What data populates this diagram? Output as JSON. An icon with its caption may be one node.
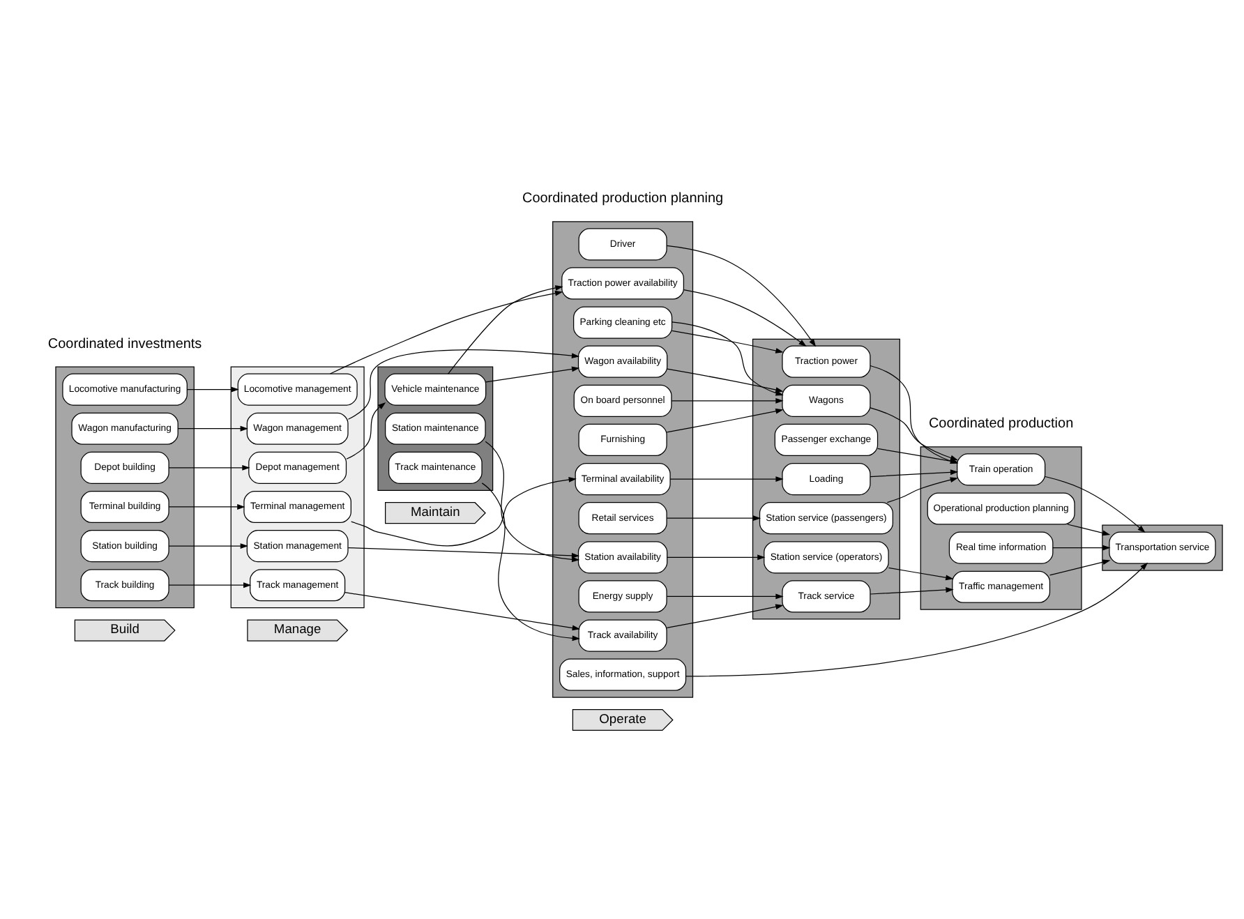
{
  "diagram": {
    "nodes": [
      {
        "text": [
          "Build"
        ]
      },
      {
        "text": [
          "Manage"
        ]
      },
      {
        "text": [
          "Maintain"
        ]
      },
      {
        "text": [
          "Operate"
        ]
      },
      {
        "text": [],
        "shape": "band"
      },
      {
        "text": [],
        "shape": "band"
      },
      {
        "text": [],
        "shape": "band"
      },
      {
        "text": [],
        "shape": "band"
      },
      {
        "text": [],
        "shape": "band"
      },
      {
        "text": [],
        "shape": "band"
      },
      {
        "text": [],
        "shape": "band"
      },
      {
        "text": [
          "Locomotive manufacturing"
        ],
        "in": 4
      },
      {
        "text": [
          "Wagon manufacturing"
        ],
        "in": 4
      },
      {
        "text": [
          "Depot building"
        ],
        "in": 4
      },
      {
        "text": [
          "Terminal building"
        ],
        "in": 4
      },
      {
        "text": [
          "Station building"
        ],
        "in": 4
      },
      {
        "text": [
          "Track building"
        ],
        "in": 4
      },
      {
        "text": [
          "Locomotive management"
        ],
        "in": 5
      },
      {
        "text": [
          "Wagon management"
        ],
        "in": 5
      },
      {
        "text": [
          "Depot management"
        ],
        "in": 5
      },
      {
        "text": [
          "Terminal management"
        ],
        "in": 5
      },
      {
        "text": [
          "Station management"
        ],
        "in": 5
      },
      {
        "text": [
          "Track management"
        ],
        "in": 5
      },
      {
        "text": [
          "Vehicle maintenance"
        ],
        "in": 6
      },
      {
        "text": [
          "Station maintenance"
        ],
        "in": 6
      },
      {
        "text": [
          "Track maintenance"
        ],
        "in": 6
      },
      {
        "text": [
          "Driver"
        ],
        "in": 7
      },
      {
        "text": [
          "Traction power availability"
        ],
        "in": 7
      },
      {
        "text": [
          "Parking cleaning etc"
        ],
        "in": 7
      },
      {
        "text": [
          "Wagon availability"
        ],
        "in": 7
      },
      {
        "text": [
          "On board personnel"
        ],
        "in": 7
      },
      {
        "text": [
          "Furnishing"
        ],
        "in": 7
      },
      {
        "text": [
          "Sales, information, support"
        ],
        "in": 7
      },
      {
        "text": [
          "Terminal availability"
        ],
        "in": 7
      },
      {
        "text": [
          "Retail services"
        ],
        "in": 7
      },
      {
        "text": [
          "Station availability"
        ],
        "in": 7
      },
      {
        "text": [
          "Energy supply"
        ],
        "in": 7
      },
      {
        "text": [
          "Track availability"
        ],
        "in": 7
      },
      {
        "text": [
          "Traction power"
        ],
        "in": 8
      },
      {
        "text": [
          "Wagons"
        ],
        "in": 8
      },
      {
        "text": [
          "Passenger exchange"
        ],
        "in": 8
      },
      {
        "text": [
          "Loading"
        ],
        "in": 8
      },
      {
        "text": [
          "Station service (passengers)"
        ],
        "in": 8
      },
      {
        "text": [
          "Station service (operators)"
        ],
        "in": 8
      },
      {
        "text": [
          "Track service"
        ],
        "in": 8
      },
      {
        "text": [
          "Train operation"
        ],
        "in": 9
      },
      {
        "text": [
          "Operational production planning"
        ],
        "in": 9
      },
      {
        "text": [
          "Real time information"
        ],
        "in": 9
      },
      {
        "text": [
          "Traffic management"
        ],
        "in": 9
      },
      {
        "text": [
          "Transportation service"
        ],
        "in": 10
      }
    ],
    "edges": [
      {
        "from": 11,
        "to": 17,
        "arrow": "to"
      },
      {
        "from": 12,
        "to": 18,
        "arrow": "to"
      },
      {
        "from": 13,
        "to": 19,
        "arrow": "to"
      },
      {
        "from": 14,
        "to": 20,
        "arrow": "to"
      },
      {
        "from": 15,
        "to": 21,
        "arrow": "to"
      },
      {
        "from": 16,
        "to": 22,
        "arrow": "to"
      },
      {
        "from": 17,
        "to": 27,
        "arrow": "to"
      },
      {
        "from": 18,
        "to": 29,
        "arrow": "to"
      },
      {
        "from": 19,
        "to": 23,
        "arrow": "to"
      },
      {
        "from": 23,
        "to": 27,
        "arrow": "to"
      },
      {
        "from": 23,
        "to": 29,
        "arrow": "to"
      },
      {
        "from": 20,
        "to": 33,
        "arrow": "to"
      },
      {
        "from": 24,
        "to": 35,
        "arrow": "to"
      },
      {
        "from": 21,
        "to": 35,
        "arrow": "to"
      },
      {
        "from": 25,
        "to": 37,
        "arrow": "to"
      },
      {
        "from": 22,
        "to": 37,
        "arrow": "to"
      },
      {
        "from": 26,
        "to": 38,
        "arrow": "to"
      },
      {
        "from": 27,
        "to": 38,
        "arrow": "to"
      },
      {
        "from": 28,
        "to": 38,
        "arrow": "to"
      },
      {
        "from": 28,
        "to": 39,
        "arrow": "to"
      },
      {
        "from": 29,
        "to": 39,
        "arrow": "to"
      },
      {
        "from": 30,
        "to": 39,
        "arrow": "to"
      },
      {
        "from": 31,
        "to": 39,
        "arrow": "to"
      },
      {
        "from": 32,
        "to": 49,
        "arrow": "to"
      },
      {
        "from": 33,
        "to": 41,
        "arrow": "to"
      },
      {
        "from": 34,
        "to": 42,
        "arrow": "to"
      },
      {
        "from": 35,
        "to": 43,
        "arrow": "to"
      },
      {
        "from": 36,
        "to": 44,
        "arrow": "to"
      },
      {
        "from": 37,
        "to": 44,
        "arrow": "to"
      },
      {
        "from": 38,
        "to": 45,
        "arrow": "to"
      },
      {
        "from": 39,
        "to": 45,
        "arrow": "to"
      },
      {
        "from": 40,
        "to": 45,
        "arrow": "to"
      },
      {
        "from": 41,
        "to": 45,
        "arrow": "to"
      },
      {
        "from": 42,
        "to": 45,
        "arrow": "to"
      },
      {
        "from": 43,
        "to": 48,
        "arrow": "to"
      },
      {
        "from": 44,
        "to": 48,
        "arrow": "to"
      },
      {
        "from": 45,
        "to": 49,
        "arrow": "to"
      },
      {
        "from": 46,
        "to": 49,
        "arrow": "to"
      },
      {
        "from": 47,
        "to": 49,
        "arrow": "to"
      },
      {
        "from": 48,
        "to": 49,
        "arrow": "to"
      }
    ],
    "labels": [
      "Coordinated investments",
      "Coordinated production planning",
      "Coordinated production"
    ]
  }
}
